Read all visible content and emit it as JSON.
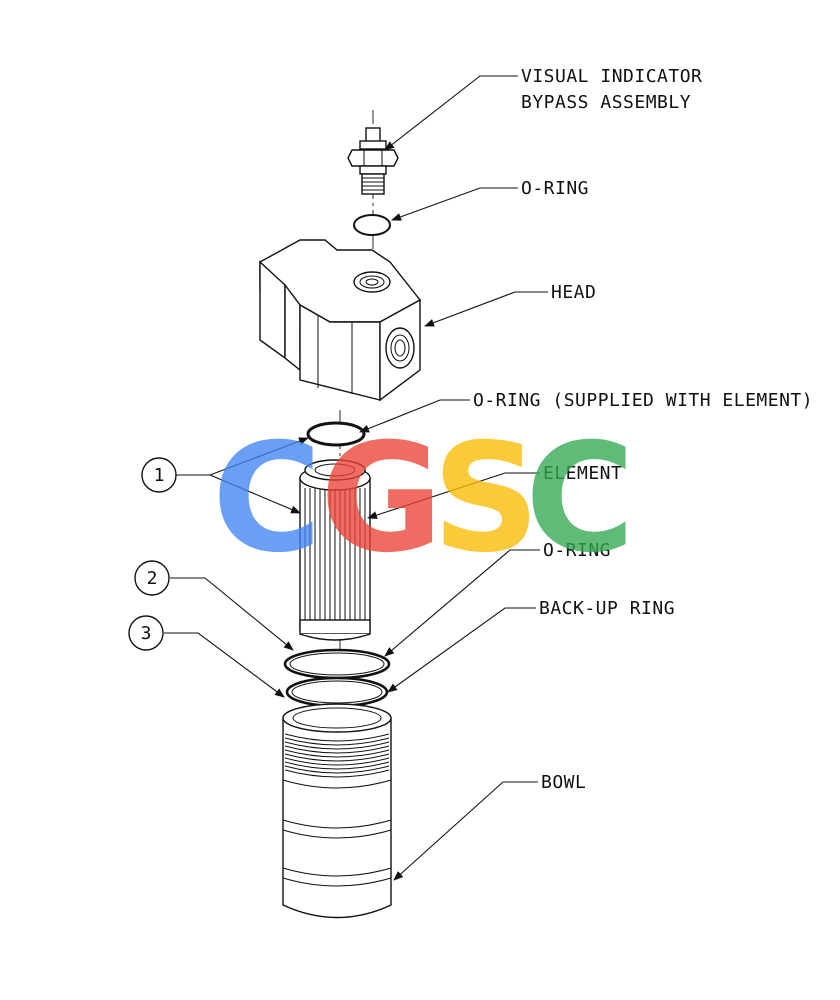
{
  "labels": {
    "visual_indicator_1": "VISUAL INDICATOR",
    "visual_indicator_2": "BYPASS ASSEMBLY",
    "oring_top": "O-RING",
    "head": "HEAD",
    "oring_supplied": "O-RING (SUPPLIED WITH ELEMENT)",
    "element": "ELEMENT",
    "oring_mid": "O-RING",
    "backup_ring": "BACK-UP RING",
    "bowl": "BOWL"
  },
  "callouts": {
    "one": "1",
    "two": "2",
    "three": "3"
  },
  "watermark": {
    "letters": [
      "C",
      "G",
      "S",
      "C"
    ],
    "colors": [
      "#4285F4",
      "#EA4335",
      "#FBBC05",
      "#34A853"
    ]
  }
}
